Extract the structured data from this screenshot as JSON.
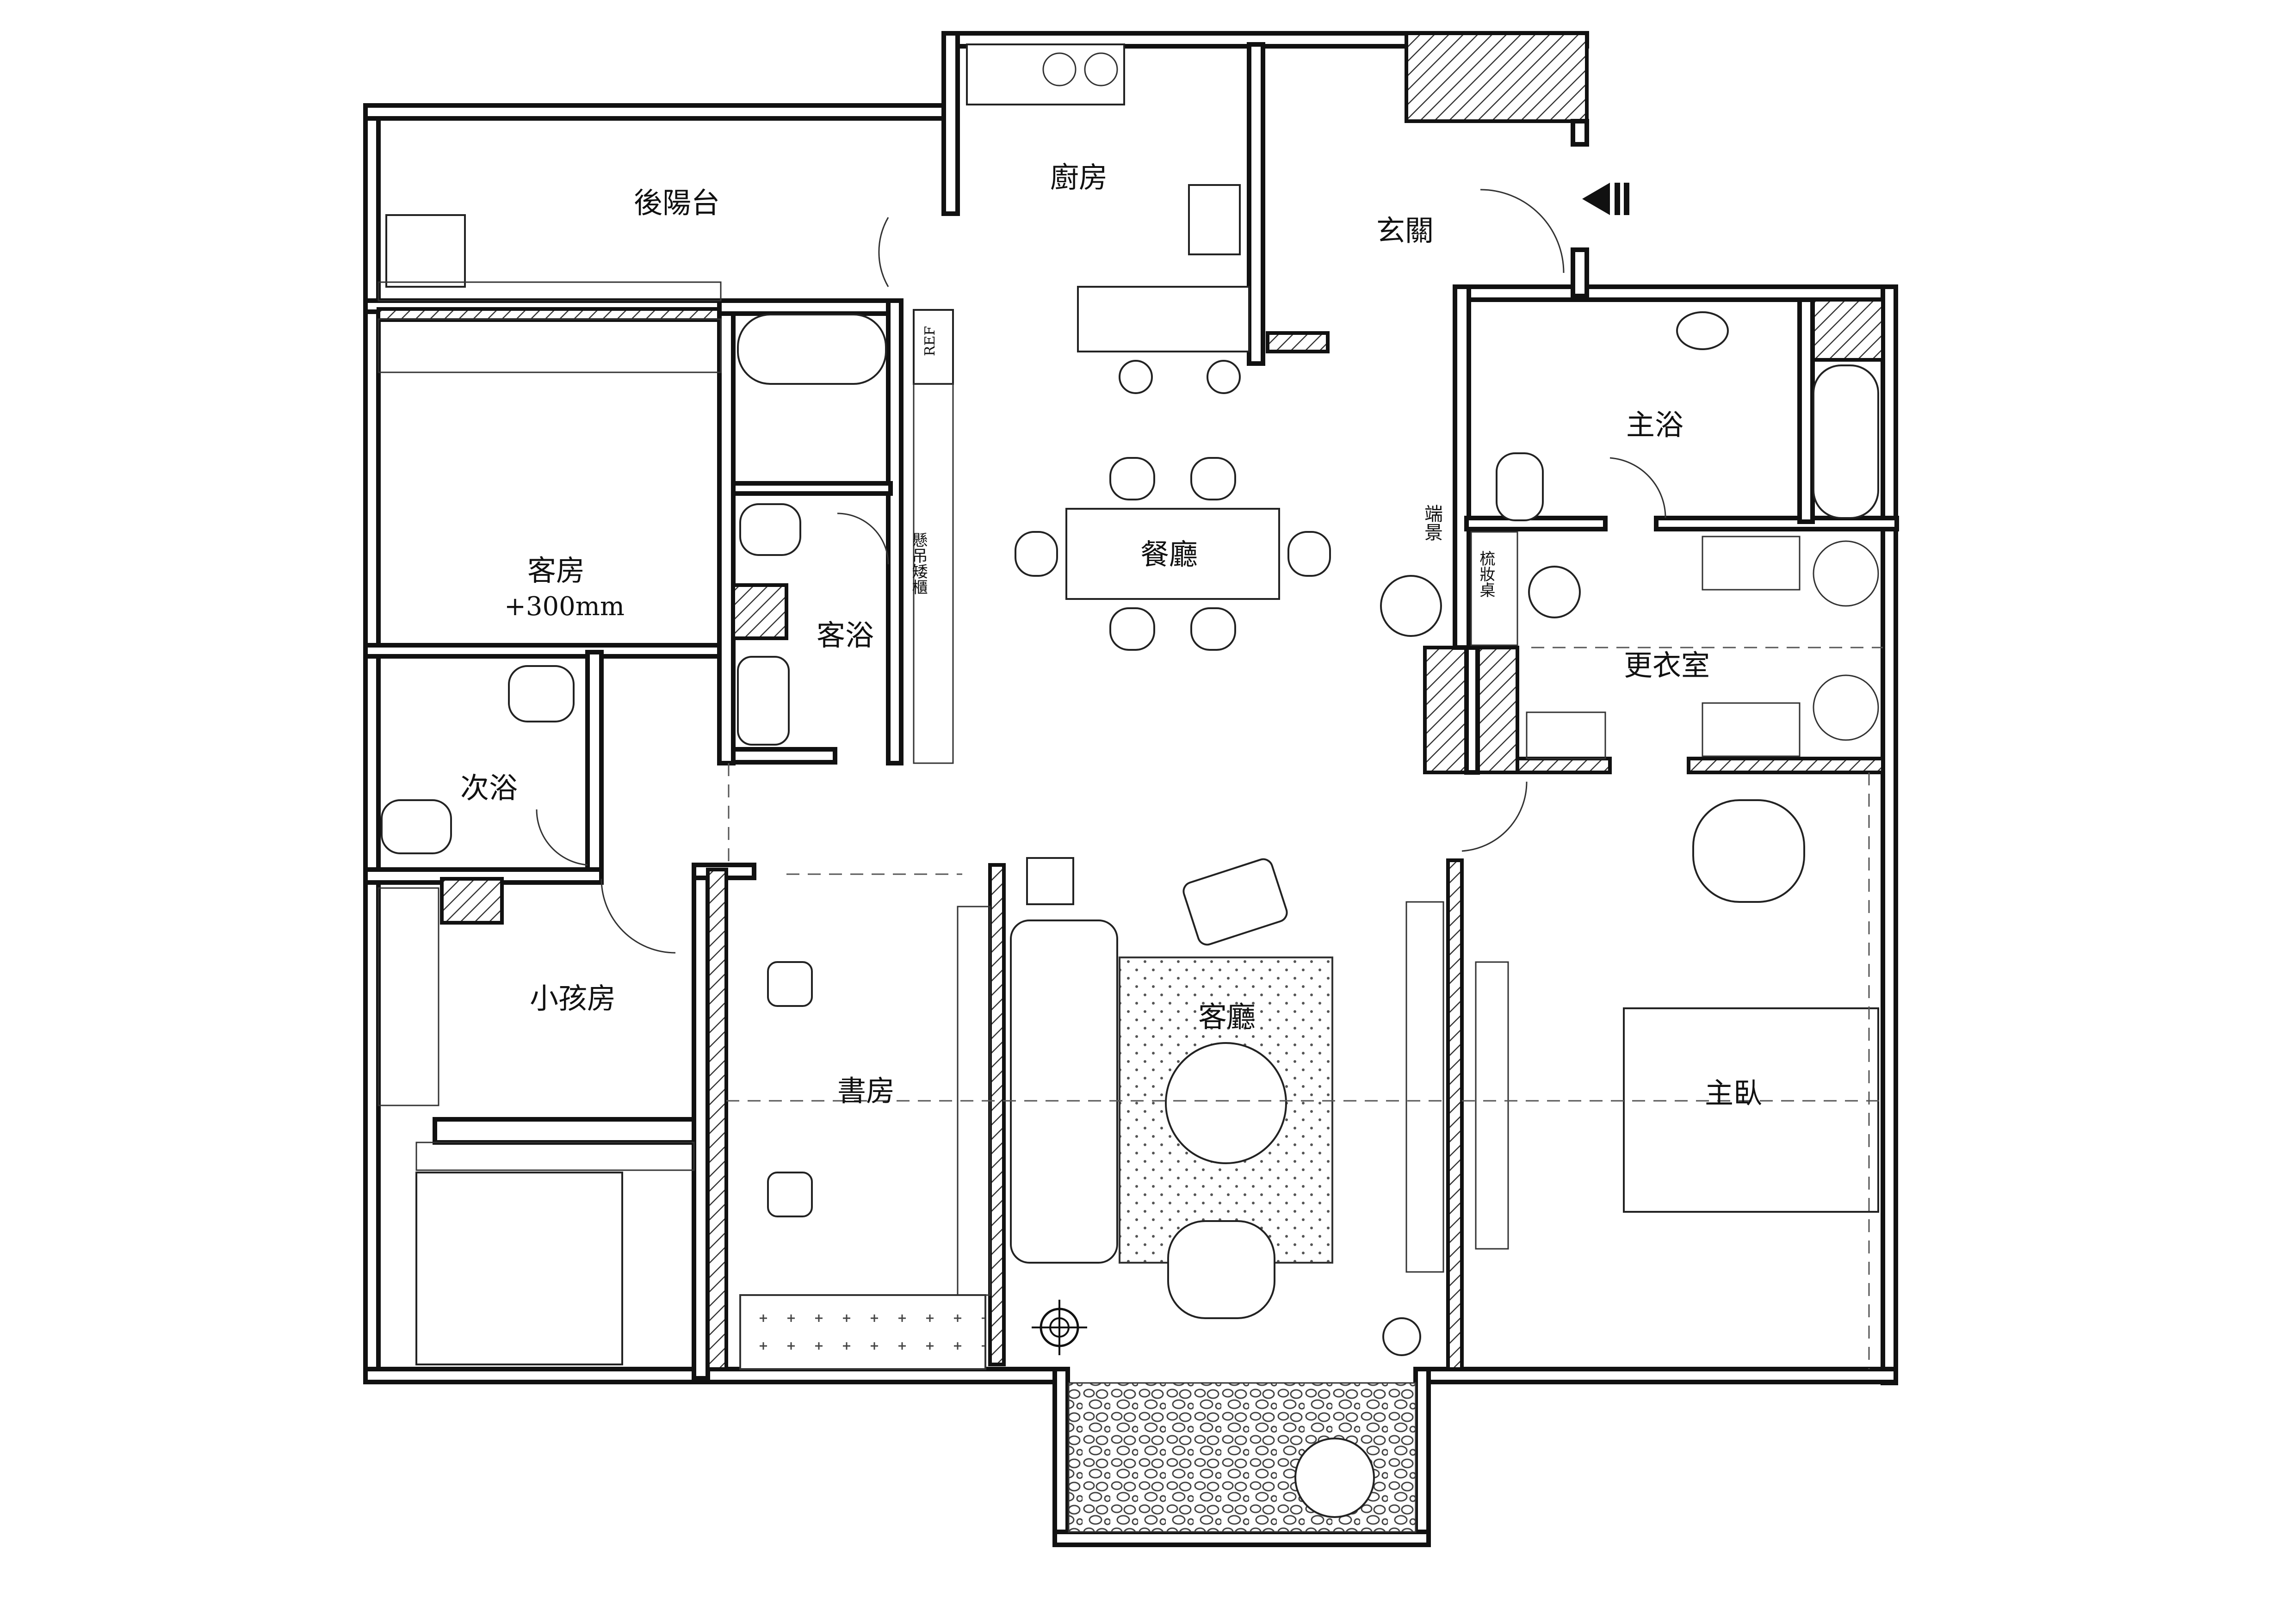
{
  "rooms": {
    "rear_balcony": "後陽台",
    "kitchen": "廚房",
    "foyer": "玄關",
    "guest_room": "客房",
    "guest_room_note": "+300mm",
    "guest_bath": "客浴",
    "second_bath": "次浴",
    "kids_room": "小孩房",
    "study": "書房",
    "dining": "餐廳",
    "living": "客廳",
    "master_bath": "主浴",
    "walk_in_closet": "更衣室",
    "master_bedroom": "主臥"
  },
  "annotations": {
    "ref": "REF",
    "hanging_cabinet": "懸吊矮櫃",
    "end_view": "端景",
    "vanity": "梳妝桌"
  },
  "icons": {
    "entrance": "entrance-arrow-icon",
    "compass": "north-marker-icon"
  },
  "colors": {
    "wall": "#111111",
    "background": "#ffffff"
  }
}
